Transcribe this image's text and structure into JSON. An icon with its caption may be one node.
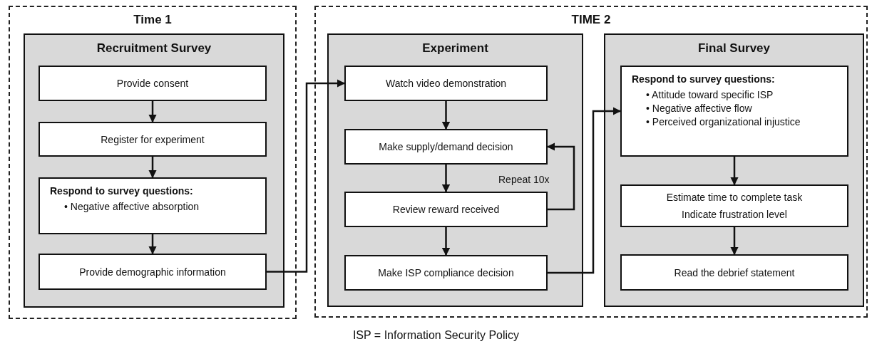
{
  "diagram": {
    "caption": "ISP = Information Security Policy",
    "nodes": [
      {
        "text": [
          "Time 1"
        ]
      },
      {
        "text": [
          "Recruitment Survey"
        ],
        "in": 0
      },
      {
        "text": [
          "Provide consent"
        ],
        "in": 1
      },
      {
        "text": [
          "Register for experiment"
        ],
        "in": 1
      },
      {
        "text": [
          "Respond to survey questions:",
          "• Negative affective absorption"
        ],
        "in": 1
      },
      {
        "text": [
          "Provide demographic information"
        ],
        "in": 1
      },
      {
        "text": [
          "TIME 2"
        ]
      },
      {
        "text": [
          "Experiment"
        ],
        "in": 6
      },
      {
        "text": [
          "Watch video demonstration"
        ],
        "in": 7
      },
      {
        "text": [
          "Make supply/demand decision"
        ],
        "in": 7
      },
      {
        "text": [
          "Review reward received"
        ],
        "in": 7
      },
      {
        "text": [
          "Make ISP compliance decision"
        ],
        "in": 7
      },
      {
        "text": [
          "Final Survey"
        ],
        "in": 6
      },
      {
        "text": [
          "Respond to survey questions:",
          "• Attitude toward specific ISP",
          "• Negative affective flow",
          "• Perceived organizational injustice"
        ],
        "in": 12
      },
      {
        "text": [
          "Estimate time to complete task",
          "Indicate frustration level"
        ],
        "in": 12
      },
      {
        "text": [
          "Read the debrief statement"
        ],
        "in": 12
      }
    ],
    "edges": [
      {
        "from": 2,
        "to": 3,
        "arrow": "to"
      },
      {
        "from": 3,
        "to": 4,
        "arrow": "to"
      },
      {
        "from": 4,
        "to": 5,
        "arrow": "to"
      },
      {
        "from": 5,
        "to": 8,
        "arrow": "to"
      },
      {
        "from": 8,
        "to": 9,
        "arrow": "to"
      },
      {
        "from": 9,
        "to": 10,
        "arrow": "to"
      },
      {
        "from": 10,
        "to": 9,
        "arrow": "to",
        "label": "Repeat 10x"
      },
      {
        "from": 10,
        "to": 11,
        "arrow": "to"
      },
      {
        "from": 11,
        "to": 13,
        "arrow": "to"
      },
      {
        "from": 13,
        "to": 14,
        "arrow": "to"
      },
      {
        "from": 14,
        "to": 15,
        "arrow": "to"
      }
    ]
  }
}
